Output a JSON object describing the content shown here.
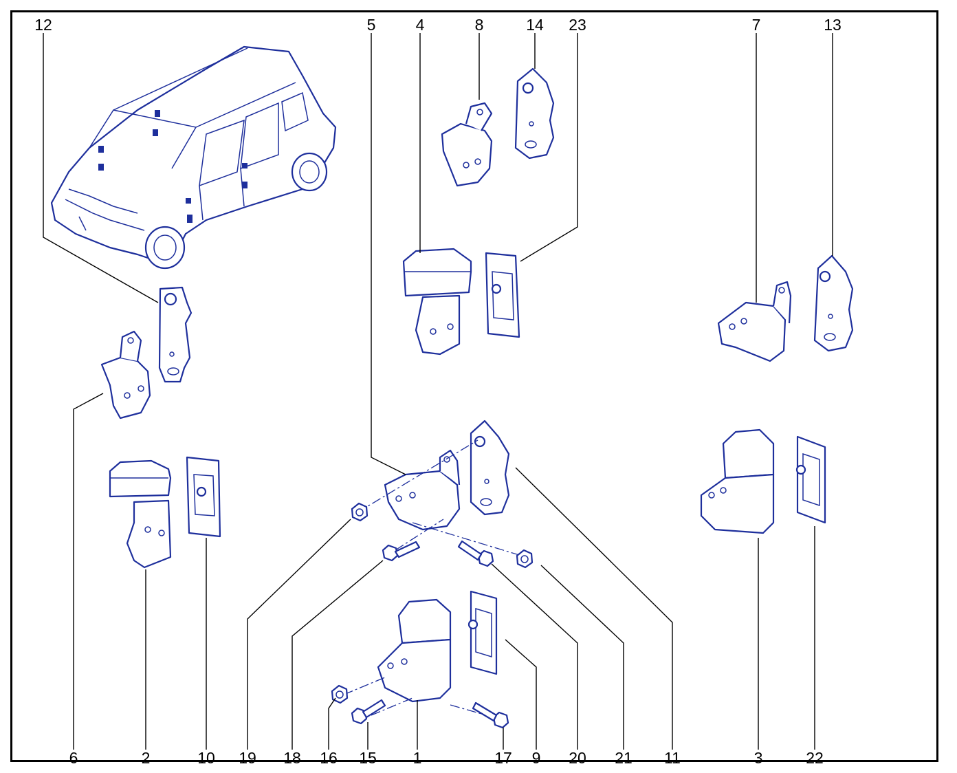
{
  "diagram": {
    "top_labels": [
      "12",
      "5",
      "4",
      "8",
      "14",
      "23",
      "7",
      "13"
    ],
    "bottom_labels": [
      "6",
      "2",
      "10",
      "19",
      "18",
      "16",
      "15",
      "1",
      "17",
      "9",
      "20",
      "21",
      "11",
      "3",
      "22"
    ],
    "colors": {
      "line": "#1e2f9c",
      "leader": "#000000",
      "frame": "#000000"
    },
    "parts": [
      "car-outline",
      "hinge-12-6",
      "check-strap-2-10",
      "hinge-8-14",
      "check-strap-4-23",
      "hinge-7-13",
      "hinge-5-11",
      "check-strap-3-22",
      "check-strap-1-9",
      "nut-19",
      "bolt-18",
      "bolt-20",
      "nut-21",
      "nut-16",
      "bolt-15",
      "bolt-17"
    ]
  }
}
